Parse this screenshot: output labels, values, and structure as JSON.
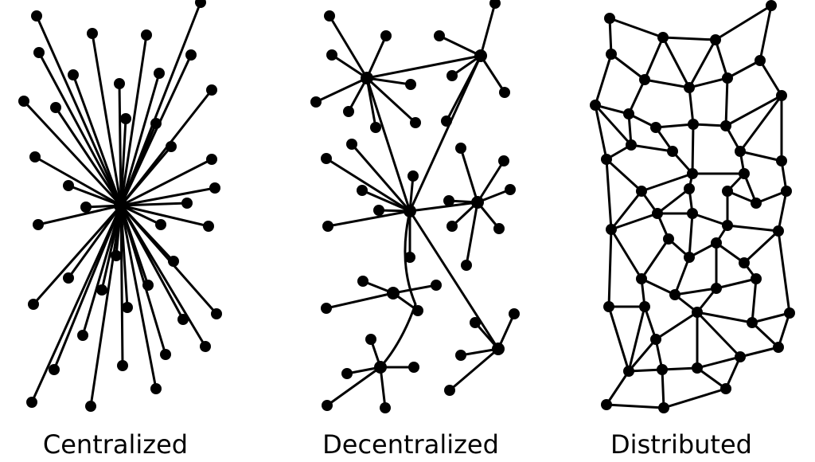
{
  "captions": {
    "centralized": "Centralized",
    "decentralized": "Decentralized",
    "distributed": "Distributed"
  },
  "colors": {
    "ink": "#000000",
    "background": "#ffffff"
  }
}
